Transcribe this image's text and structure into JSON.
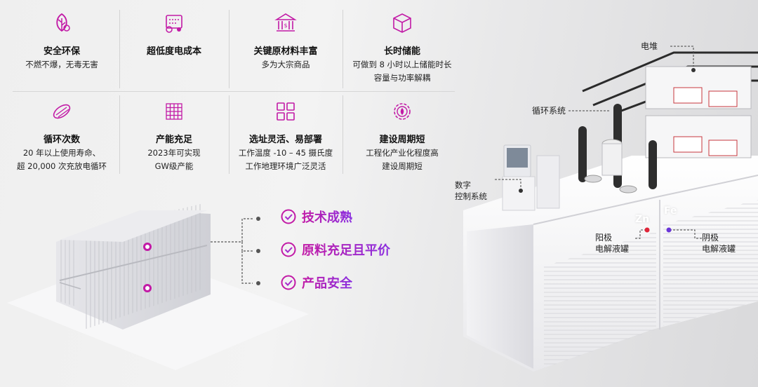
{
  "features": [
    {
      "icon": "leaf-icon",
      "title": "安全环保",
      "desc": "不燃不爆，无毒无害"
    },
    {
      "icon": "circuit-cost-icon",
      "title": "超低度电成本",
      "desc": ""
    },
    {
      "icon": "bank-building-icon",
      "title": "关键原材料丰富",
      "desc": "多为大宗商品"
    },
    {
      "icon": "box-icon",
      "title": "长时储能",
      "desc": "可做到 8 小时以上储能时长\n容量与功率解耦"
    },
    {
      "icon": "cycle-tube-icon",
      "title": "循环次数",
      "desc": "20 年以上使用寿命、\n超 20,000 次充放电循环"
    },
    {
      "icon": "grid-factory-icon",
      "title": "产能充足",
      "desc": "2023年可实现\nGW级产能"
    },
    {
      "icon": "four-squares-icon",
      "title": "选址灵活、易部署",
      "desc": "工作温度 -10 – 45 摄氏度\n工作地理环境广泛灵活"
    },
    {
      "icon": "gear-leaf-icon",
      "title": "建设周期短",
      "desc": "工程化产业化程度高\n建设周期短"
    }
  ],
  "benefits": [
    "技术成熟",
    "原料充足且平价",
    "产品安全"
  ],
  "labels": {
    "stack": "电堆",
    "circulation": "循环系统",
    "digital_control": "数字\n控制系统",
    "anode_tank": "阳极\n电解液罐",
    "cathode_tank": "阴极\n电解液罐",
    "zn": "Zn",
    "fe": "Fe"
  },
  "colors": {
    "accent_start": "#c21aa6",
    "accent_end": "#8a2ee0",
    "zn_dot": "#e0263a",
    "fe_dot": "#6a35d8"
  }
}
